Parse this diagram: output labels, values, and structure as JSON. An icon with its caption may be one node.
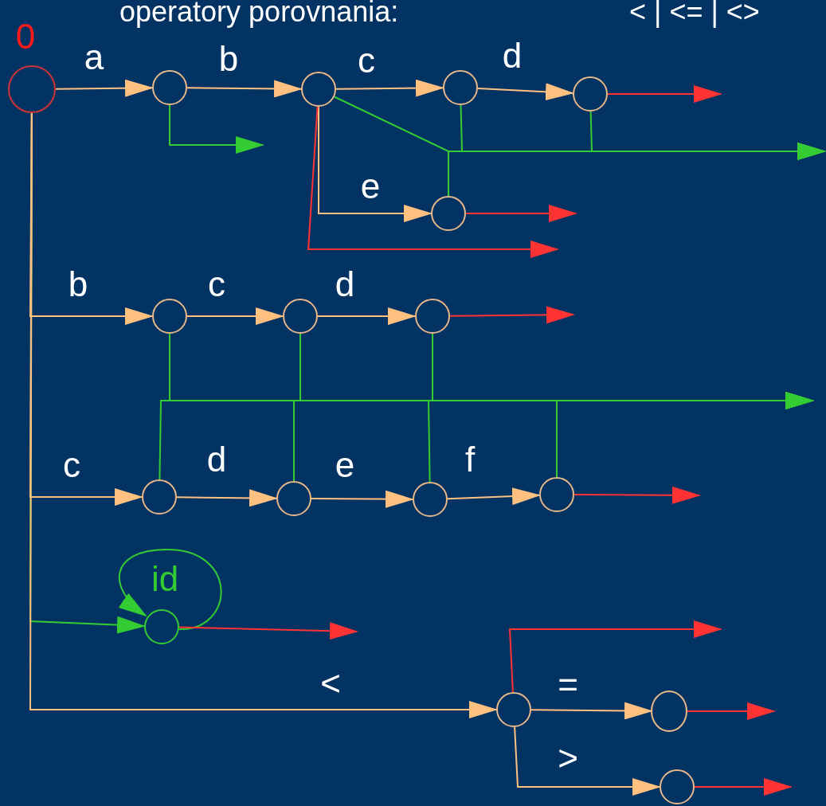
{
  "diagram": {
    "title": "operatory porovnania:",
    "nodes": [
      {
        "text": [],
        "shape": "circle",
        "beside": [
          "0"
        ]
      },
      {
        "text": [],
        "shape": "circle"
      },
      {
        "text": [],
        "shape": "circle"
      },
      {
        "text": [],
        "shape": "circle"
      },
      {
        "text": [],
        "shape": "circle"
      },
      {
        "text": [],
        "shape": "circle"
      },
      {
        "text": [],
        "shape": "circle"
      },
      {
        "text": [],
        "shape": "circle"
      },
      {
        "text": [],
        "shape": "circle"
      },
      {
        "text": [],
        "shape": "circle"
      },
      {
        "text": [],
        "shape": "circle"
      },
      {
        "text": [],
        "shape": "circle"
      },
      {
        "text": [],
        "shape": "circle"
      },
      {
        "text": [],
        "shape": "circle"
      },
      {
        "text": [],
        "shape": "circle"
      },
      {
        "text": [],
        "shape": "circle"
      },
      {
        "text": [],
        "shape": "circle"
      }
    ],
    "edges": [
      {
        "from": 0,
        "to": 1,
        "arrow": "to",
        "label": "a"
      },
      {
        "from": 1,
        "to": 2,
        "arrow": "to",
        "label": "b"
      },
      {
        "from": 2,
        "to": 3,
        "arrow": "to",
        "label": "c"
      },
      {
        "from": 3,
        "to": 4,
        "arrow": "to",
        "label": "d"
      },
      {
        "from": 4,
        "to": null,
        "arrow": "to",
        "color": "#ff3333"
      },
      {
        "from": 1,
        "to": null,
        "arrow": "to",
        "color": "#33cc33"
      },
      {
        "from": 2,
        "to": 5,
        "arrow": "to",
        "label": "e"
      },
      {
        "from": 2,
        "to": null,
        "arrow": "to",
        "color": "#ff3333"
      },
      {
        "from": 2,
        "to": null,
        "arrow": "to",
        "color": "#33cc33"
      },
      {
        "from": 3,
        "to": null,
        "arrow": "to",
        "color": "#33cc33"
      },
      {
        "from": 4,
        "to": null,
        "arrow": "to",
        "color": "#33cc33"
      },
      {
        "from": 5,
        "to": null,
        "arrow": "to",
        "color": "#33cc33"
      },
      {
        "from": 5,
        "to": null,
        "arrow": "to",
        "color": "#ff3333"
      },
      {
        "from": 0,
        "to": 6,
        "arrow": "to",
        "label": "b"
      },
      {
        "from": 6,
        "to": 7,
        "arrow": "to",
        "label": "c"
      },
      {
        "from": 7,
        "to": 8,
        "arrow": "to",
        "label": "d"
      },
      {
        "from": 8,
        "to": null,
        "arrow": "to",
        "color": "#ff3333"
      },
      {
        "from": 6,
        "to": null,
        "arrow": "to",
        "color": "#33cc33"
      },
      {
        "from": 7,
        "to": null,
        "arrow": "to",
        "color": "#33cc33"
      },
      {
        "from": 8,
        "to": null,
        "arrow": "to",
        "color": "#33cc33"
      },
      {
        "from": 9,
        "to": null,
        "arrow": "to",
        "color": "#33cc33"
      },
      {
        "from": 10,
        "to": null,
        "arrow": "to",
        "color": "#33cc33"
      },
      {
        "from": 11,
        "to": null,
        "arrow": "to",
        "color": "#33cc33"
      },
      {
        "from": 12,
        "to": null,
        "arrow": "to",
        "color": "#33cc33"
      },
      {
        "from": 0,
        "to": 9,
        "arrow": "to",
        "label": "c"
      },
      {
        "from": 9,
        "to": 10,
        "arrow": "to",
        "label": "d"
      },
      {
        "from": 10,
        "to": 11,
        "arrow": "to",
        "label": "e"
      },
      {
        "from": 11,
        "to": 12,
        "arrow": "to",
        "label": "f"
      },
      {
        "from": 12,
        "to": null,
        "arrow": "to",
        "color": "#ff3333"
      },
      {
        "from": 0,
        "to": 13,
        "arrow": "to",
        "color": "#33cc33"
      },
      {
        "from": 13,
        "to": 13,
        "arrow": "to",
        "label": "id",
        "color": "#33cc33"
      },
      {
        "from": 13,
        "to": null,
        "arrow": "to",
        "color": "#ff3333"
      },
      {
        "from": 0,
        "to": 14,
        "arrow": "to",
        "label": "<"
      },
      {
        "from": 14,
        "to": 15,
        "arrow": "to",
        "label": "="
      },
      {
        "from": 14,
        "to": 16,
        "arrow": "to",
        "label": ">"
      },
      {
        "from": 14,
        "to": null,
        "arrow": "to",
        "color": "#ff3333"
      },
      {
        "from": 15,
        "to": null,
        "arrow": "to",
        "color": "#ff3333"
      },
      {
        "from": 16,
        "to": null,
        "arrow": "to",
        "color": "#ff3333"
      }
    ],
    "labels": [
      "< | <= | <>"
    ]
  }
}
